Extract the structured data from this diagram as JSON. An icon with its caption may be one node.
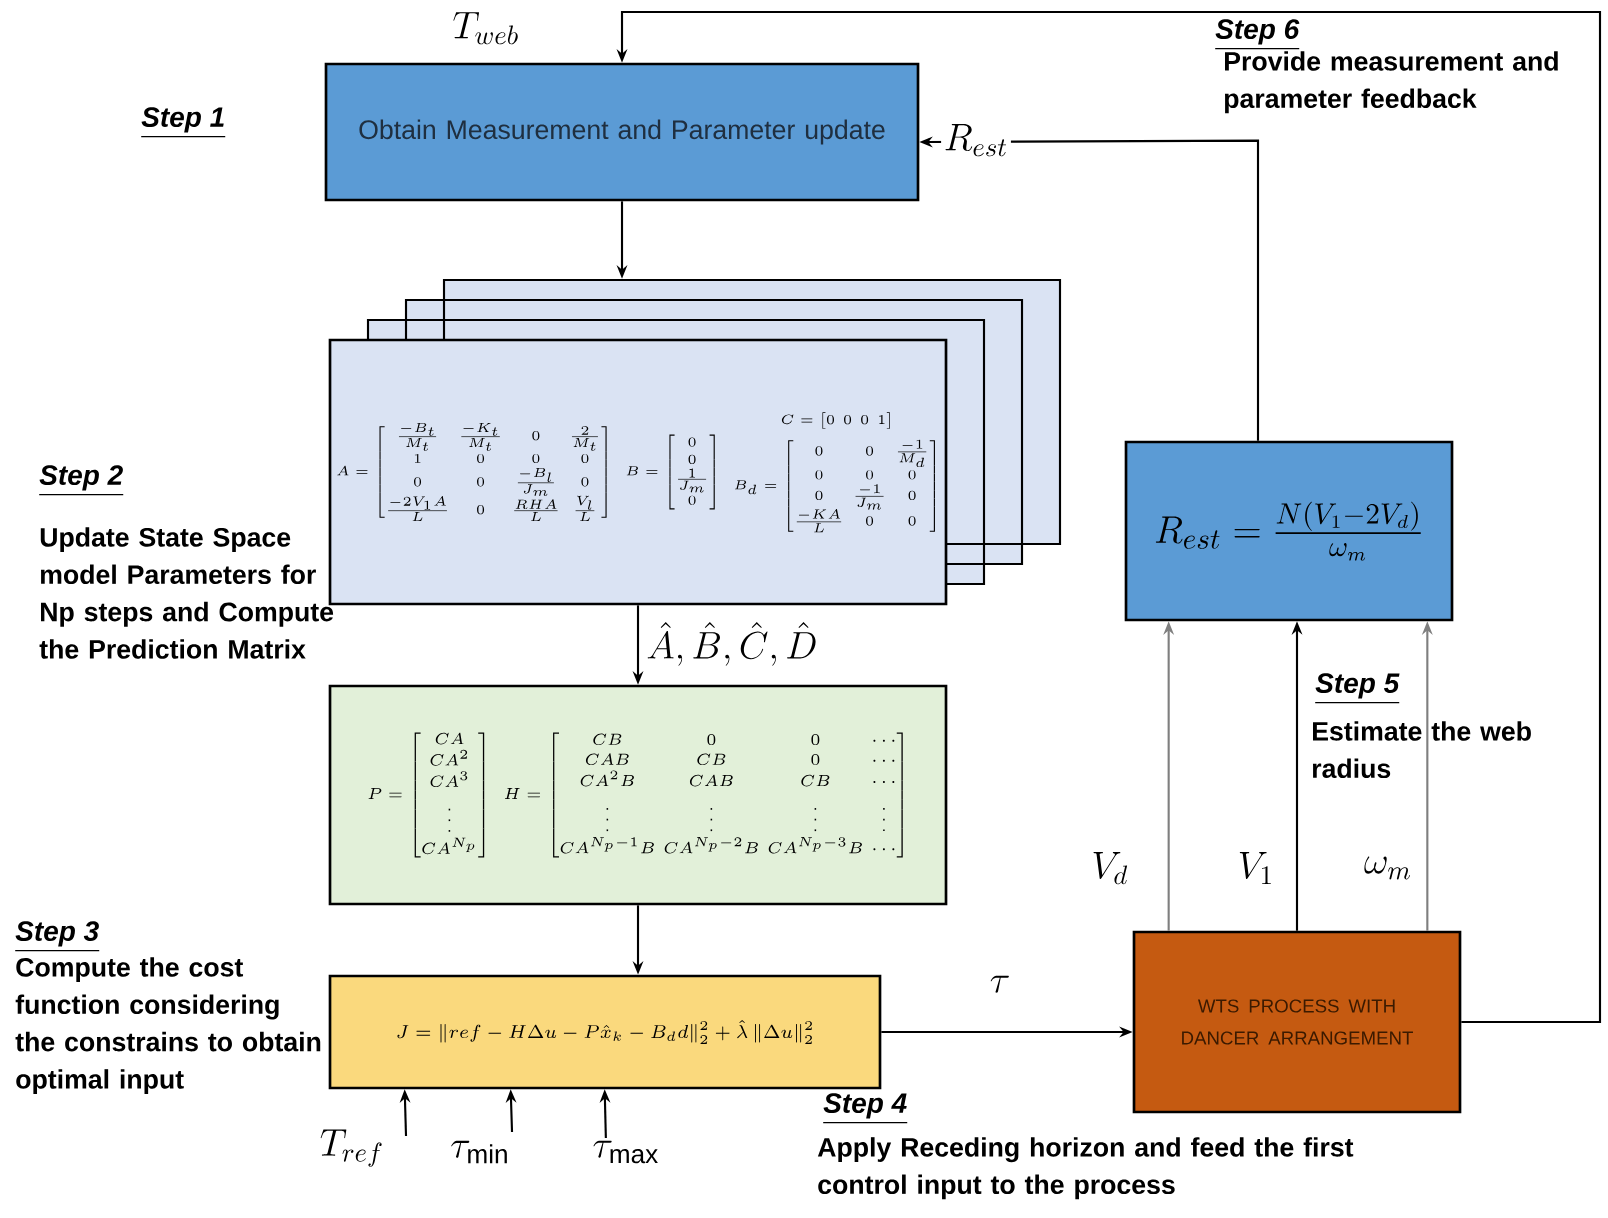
{
  "diagram": {
    "nodes": [
      {
        "text": [
          "Obtain Measurement and Parameter update"
        ]
      },
      {
        "text": [
          "A=\\begin{bmatrix}\\frac{-B_t}{M_t} & \\frac{-K_t}{M_t} & 0 & \\frac{2}{M_t}\\\\ 1 & 0 & 0 & 0\\\\ 0 & 0 & \\frac{-B_l}{J_m} & 0\\\\ \\frac{-2V_1A}{L} & 0 & \\frac{RHA}{L} & \\frac{V_l}{L}\\end{bmatrix}",
          "B=\\begin{bmatrix}0\\\\ 0\\\\ \\frac{1}{J_m}\\\\ 0\\end{bmatrix}",
          "C=\\begin{bmatrix}0 & 0 & 0 & 1\\end{bmatrix}",
          "B_d=\\begin{bmatrix}0 & 0 & \\frac{-1}{M_d}\\\\ 0 & 0 & 0\\\\ 0 & \\frac{-1}{J_m} & 0\\\\ \\frac{-KA}{L} & 0 & 0\\end{bmatrix}"
        ]
      },
      {
        "text": [
          "P=\\begin{bmatrix}CA\\\\ CA^2\\\\ CA^3\\\\ \\vdots\\\\ CA^{N_p}\\end{bmatrix}",
          "H=\\begin{bmatrix}CB & 0 & 0 & \\cdots\\\\ CAB & CB & 0 & \\cdots\\\\ CA^2B & CAB & CB & \\cdots\\\\ \\vdots & \\vdots & \\vdots & \\vdots\\\\ CA^{N_p-1}B & CA^{N_p-2}B & CA^{N_p-3}B & \\cdots\\end{bmatrix}"
        ]
      },
      {
        "text": [
          "J=\\left\\|ref-H\\Delta u-P\\hat{x}_k-B_d d\\right\\|_2^2+\\hat{\\lambda}\\left\\|\\Delta u\\right\\|_2^2"
        ]
      },
      {
        "text": [
          "R_{est}=\\frac{N(V_1-2V_d)}{\\omega_m}"
        ]
      },
      {
        "text": [
          "WTS PROCESS WITH DANCER ARRANGEMENT"
        ]
      }
    ],
    "edges": [
      {
        "from": 5,
        "to": 0,
        "arrow": "to",
        "label": "T_{web}"
      },
      {
        "from": 4,
        "to": 0,
        "arrow": "to",
        "label": "R_{est}"
      },
      {
        "from": 0,
        "to": 1,
        "arrow": "to"
      },
      {
        "from": 1,
        "to": 2,
        "arrow": "to",
        "label": "\\hat{A},\\hat{B},\\hat{C},\\hat{D}"
      },
      {
        "from": 2,
        "to": 3,
        "arrow": "to"
      },
      {
        "from": 3,
        "to": 5,
        "arrow": "to",
        "label": "\\tau"
      },
      {
        "from": 5,
        "to": 4,
        "arrow": "to",
        "label": "V_d",
        "color": "#7f7f7f"
      },
      {
        "from": 5,
        "to": 4,
        "arrow": "to",
        "label": "V_1"
      },
      {
        "from": 5,
        "to": 4,
        "arrow": "to",
        "label": "\\omega_m",
        "color": "#7f7f7f"
      },
      {
        "from": null,
        "to": 3,
        "arrow": "to",
        "label": "T_{ref}"
      },
      {
        "from": null,
        "to": 3,
        "arrow": "to",
        "label": "\\tau_{\\min}"
      },
      {
        "from": null,
        "to": 3,
        "arrow": "to",
        "label": "\\tau_{\\max}"
      }
    ],
    "labels": [
      "Step 1",
      "Step 6",
      "Provide measurement and parameter feedback",
      "Step 2",
      "Update State Space model Parameters for Np steps and Compute the Prediction Matrix",
      "Step 5",
      "Estimate the web radius",
      "Step 3",
      "Compute the cost function considering the constrains to obtain optimal input",
      "Step 4",
      "Apply Receding horizon and feed the first control input to the process"
    ]
  }
}
